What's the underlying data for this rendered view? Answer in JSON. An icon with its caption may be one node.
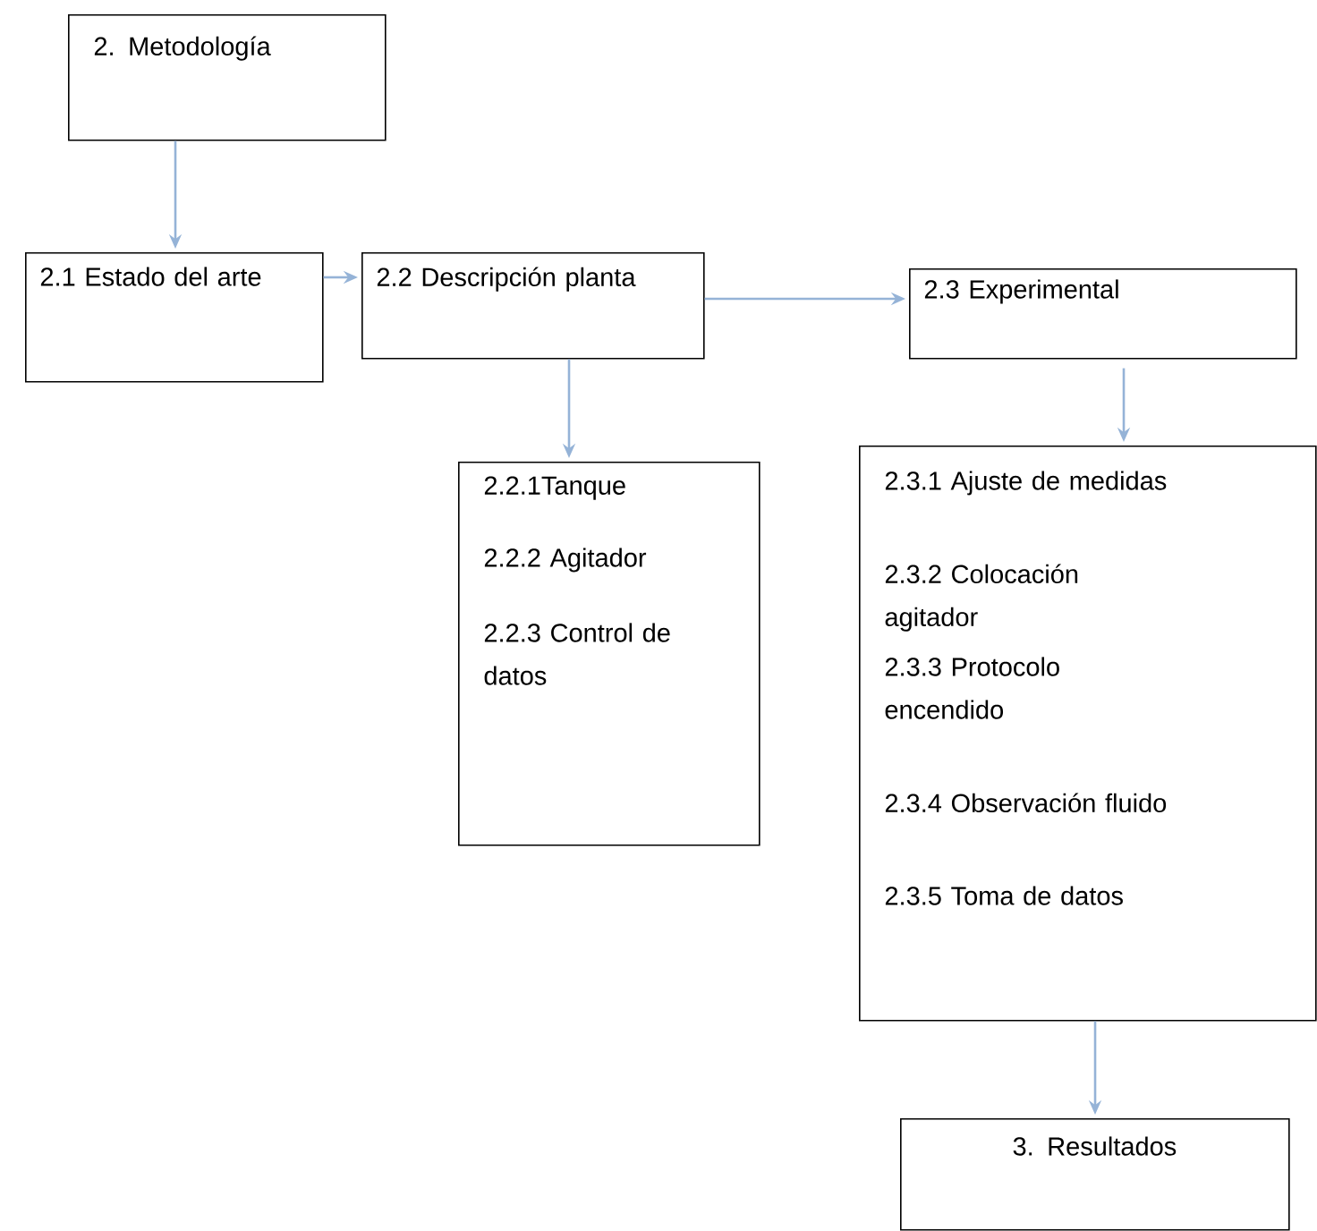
{
  "diagram": {
    "nodes": [
      {
        "text": [
          "2. Metodología"
        ]
      },
      {
        "text": [
          "2.1 Estado del arte"
        ]
      },
      {
        "text": [
          "2.2 Descripción planta"
        ]
      },
      {
        "text": [
          "2.3 Experimental"
        ]
      },
      {
        "text": [
          "2.2.1Tanque",
          "2.2.2 Agitador",
          "2.2.3 Control de datos"
        ]
      },
      {
        "text": [
          "2.3.1 Ajuste de medidas",
          "2.3.2 Colocación agitador",
          "2.3.3 Protocolo encendido",
          "2.3.4 Observación fluido",
          "2.3.5 Toma de datos"
        ]
      },
      {
        "text": [
          "3. Resultados"
        ]
      }
    ],
    "edges": [
      {
        "from": 0,
        "to": 1,
        "arrow": "to"
      },
      {
        "from": 1,
        "to": 2,
        "arrow": "to"
      },
      {
        "from": 2,
        "to": 3,
        "arrow": "to"
      },
      {
        "from": 2,
        "to": 4,
        "arrow": "to"
      },
      {
        "from": 3,
        "to": 5,
        "arrow": "to"
      },
      {
        "from": 5,
        "to": 6,
        "arrow": "to"
      }
    ]
  }
}
